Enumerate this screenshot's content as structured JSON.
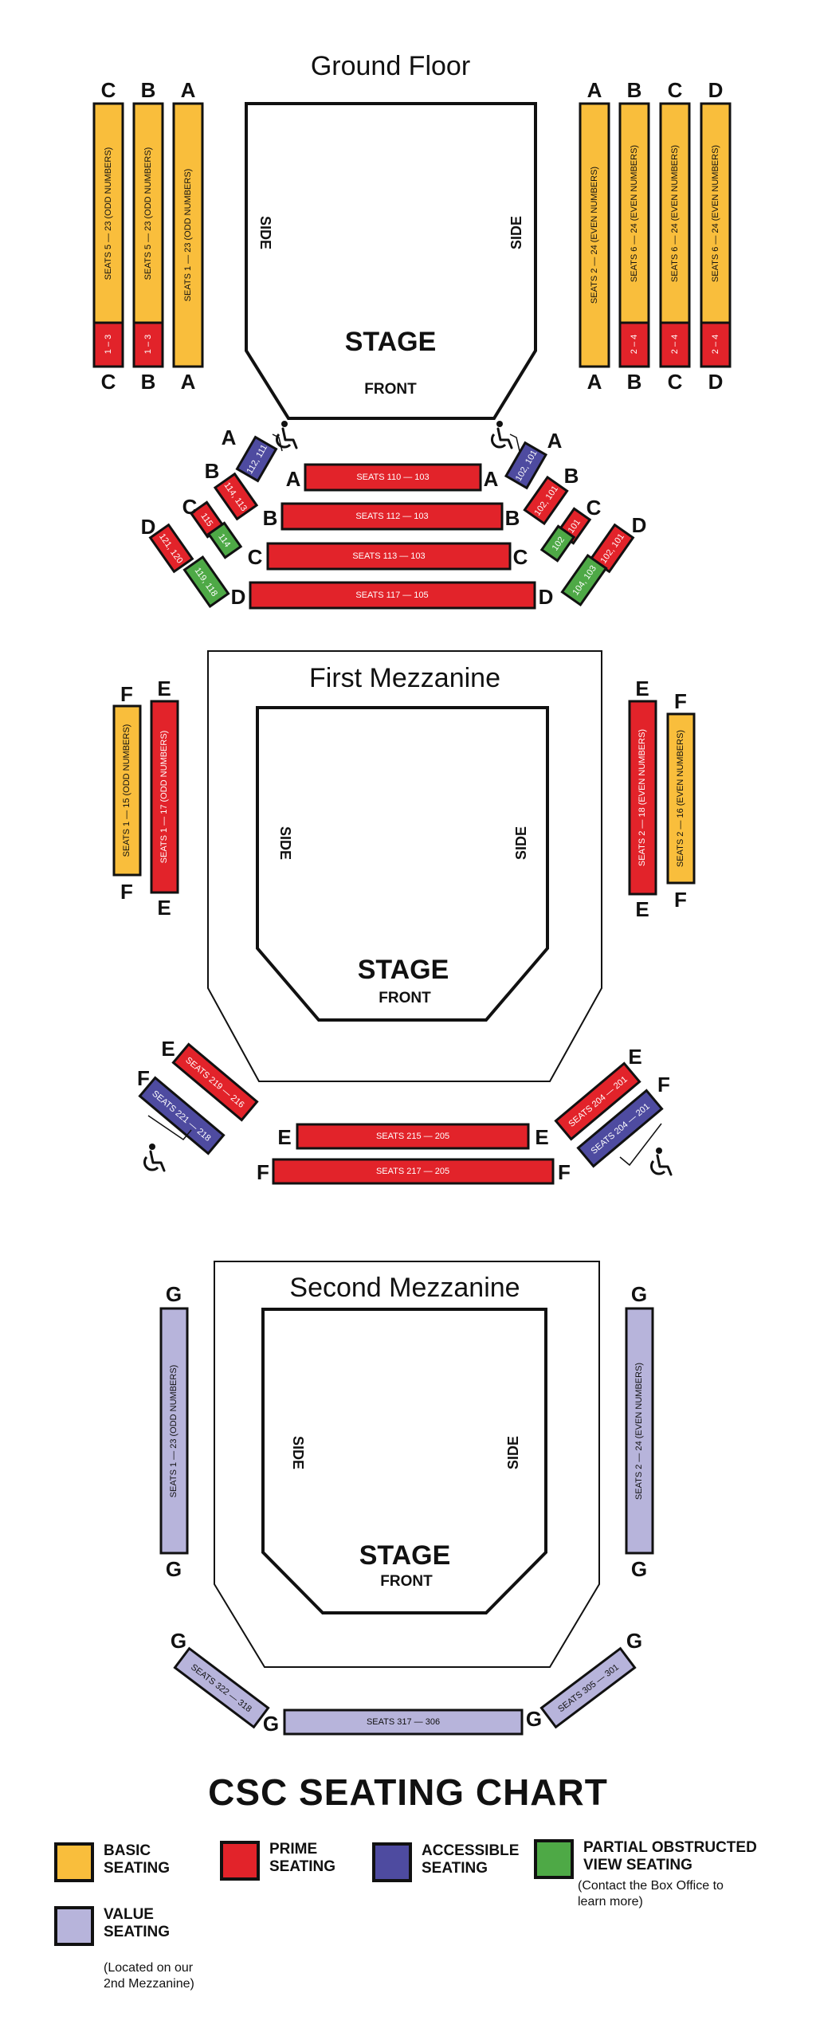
{
  "colors": {
    "basic": "#F9BE3C",
    "prime": "#E2232A",
    "accessible": "#4E4BA0",
    "partial": "#4EA946",
    "value": "#B7B4DB",
    "outline": "#111111"
  },
  "labels": {
    "stage": "STAGE",
    "front": "FRONT",
    "side": "SIDE"
  },
  "ground": {
    "title": "Ground Floor",
    "left": [
      {
        "row": "C",
        "main": "SEATS 5 — 23 (ODD NUMBERS)",
        "sub": "1 – 3"
      },
      {
        "row": "B",
        "main": "SEATS 5 — 23 (ODD NUMBERS)",
        "sub": "1 – 3"
      },
      {
        "row": "A",
        "main": "SEATS 1 — 23 (ODD NUMBERS)",
        "sub": ""
      }
    ],
    "right": [
      {
        "row": "A",
        "main": "SEATS 2 — 24 (EVEN NUMBERS)",
        "sub": ""
      },
      {
        "row": "B",
        "main": "SEATS 6 — 24 (EVEN NUMBERS)",
        "sub": "2 – 4"
      },
      {
        "row": "C",
        "main": "SEATS 6 — 24 (EVEN NUMBERS)",
        "sub": "2 – 4"
      },
      {
        "row": "D",
        "main": "SEATS 6 — 24 (EVEN NUMBERS)",
        "sub": "2 – 4"
      }
    ],
    "center": [
      {
        "row": "A",
        "seats": "SEATS 110 — 103"
      },
      {
        "row": "B",
        "seats": "SEATS 112 — 103"
      },
      {
        "row": "C",
        "seats": "SEATS 113 — 103"
      },
      {
        "row": "D",
        "seats": "SEATS 117 — 105"
      }
    ],
    "angled_left": {
      "a": "112, 111",
      "b": "114, 113",
      "c1": "115",
      "c2": "114",
      "d1": "121, 120",
      "d2": "119, 118"
    },
    "angled_right": {
      "a": "102, 101",
      "b": "102, 101",
      "c1": "101",
      "c2": "102",
      "d1": "102, 101",
      "d2": "104, 103"
    },
    "row_labels": {
      "a": "A",
      "b": "B",
      "c": "C",
      "d": "D"
    }
  },
  "first": {
    "title": "First Mezzanine",
    "left_f": {
      "row": "F",
      "seats": "SEATS 1 — 15 (ODD NUMBERS)"
    },
    "left_e": {
      "row": "E",
      "seats": "SEATS 1 — 17 (ODD NUMBERS)"
    },
    "right_e": {
      "row": "E",
      "seats": "SEATS 2 — 18 (EVEN NUMBERS)"
    },
    "right_f": {
      "row": "F",
      "seats": "SEATS 2 — 16 (EVEN NUMBERS)"
    },
    "center_e": {
      "row": "E",
      "seats": "SEATS 215 — 205"
    },
    "center_f": {
      "row": "F",
      "seats": "SEATS 217 — 205"
    },
    "angled_left_e": "SEATS 219 — 216",
    "angled_left_f": "SEATS 221 — 218",
    "angled_right_e": "SEATS 204 — 201",
    "angled_right_f": "SEATS 204 — 201"
  },
  "second": {
    "title": "Second Mezzanine",
    "left": {
      "row": "G",
      "seats": "SEATS 1 — 23 (ODD NUMBERS)"
    },
    "right": {
      "row": "G",
      "seats": "SEATS 2 — 24 (EVEN NUMBERS)"
    },
    "center": "SEATS 317 — 306",
    "angled_left": "SEATS 322 — 318",
    "angled_right": "SEATS 305 — 301",
    "row": "G"
  },
  "legend": {
    "title": "CSC SEATING CHART",
    "items": [
      {
        "key": "basic",
        "label": "BASIC\nSEATING"
      },
      {
        "key": "prime",
        "label": "PRIME\nSEATING"
      },
      {
        "key": "accessible",
        "label": "ACCESSIBLE\nSEATING"
      },
      {
        "key": "partial",
        "label": "PARTIAL OBSTRUCTED\nVIEW SEATING"
      },
      {
        "key": "value",
        "label": "VALUE\nSEATING"
      }
    ],
    "partial_note": "(Contact the Box Office to\n learn more)",
    "value_note": "(Located on our\n2nd Mezzanine)"
  }
}
